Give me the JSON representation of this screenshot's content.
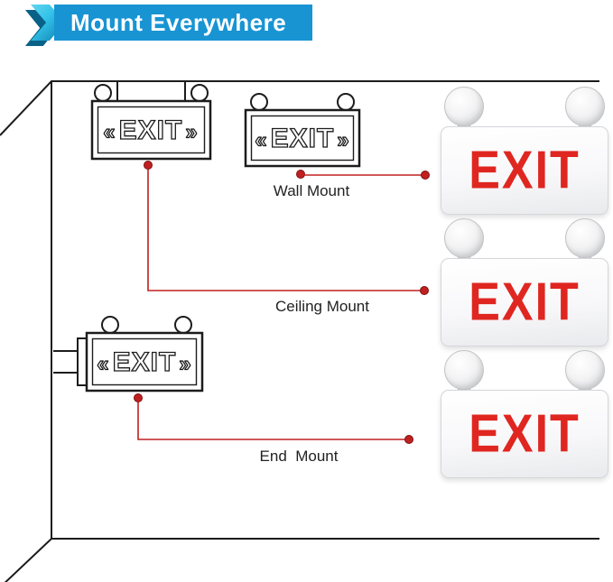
{
  "banner": {
    "title": "Mount Everywhere"
  },
  "sign_text": {
    "exit": "EXIT",
    "chevron_left": "«",
    "chevron_right": "»"
  },
  "mount_labels": {
    "wall": "Wall Mount",
    "ceiling": "Ceiling Mount",
    "end": "End  Mount"
  },
  "colors": {
    "banner-blue": "#1894d3",
    "banner-cyan": "#35c4e9",
    "banner-teal": "#0c7fb0",
    "banner-fold": "#0a6187",
    "exit-red": "#e02620",
    "connector-red": "#c02020",
    "line-black": "#1c1c1c",
    "label-black": "#222222"
  }
}
